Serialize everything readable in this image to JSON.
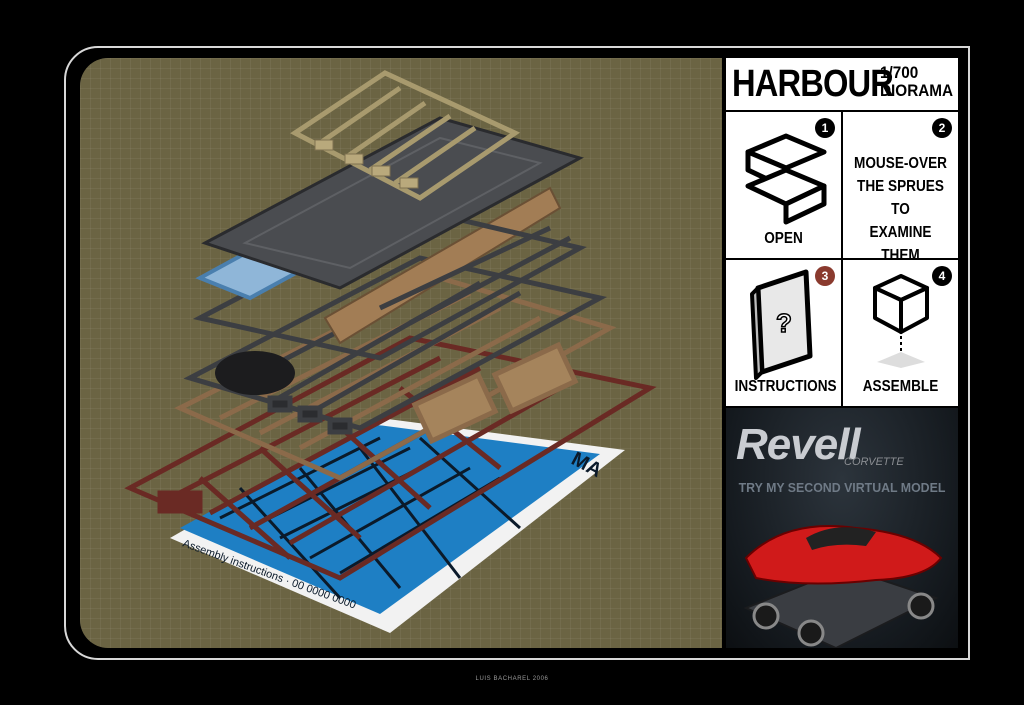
{
  "panel": {
    "title_main": "HARBOUR",
    "title_scale": "1/700",
    "title_sub": "DIORAMA"
  },
  "steps": [
    {
      "num": "1",
      "label": "OPEN",
      "icon": "open-box-icon"
    },
    {
      "num": "2",
      "label": "",
      "desc_lines": [
        "MOUSE-OVER",
        "THE SPRUES TO",
        "EXAMINE THEM"
      ]
    },
    {
      "num": "3",
      "label": "INSTRUCTIONS",
      "icon": "instructions-book-icon",
      "num_color": "#8a3a2e"
    },
    {
      "num": "4",
      "label": "ASSEMBLE",
      "icon": "assemble-cube-icon"
    }
  ],
  "ad": {
    "brand": "Revell",
    "brand_sub": "CORVETTE",
    "tagline": "TRY MY SECOND VIRTUAL MODEL"
  },
  "sheet": {
    "corner_text": "MA",
    "footer_text": "Assembly instructions · 00 0000 0000"
  },
  "credit": "LUIS BACHAREL 2006",
  "colors": {
    "background": "#6b6443",
    "sprue_tan": "#a89a6e",
    "sprue_grey": "#4a4c50",
    "sprue_blue": "#8fb6d8",
    "sprue_brown": "#8b6a4a",
    "sprue_red": "#6a2a24",
    "sheet_blue": "#1e7fc4"
  }
}
